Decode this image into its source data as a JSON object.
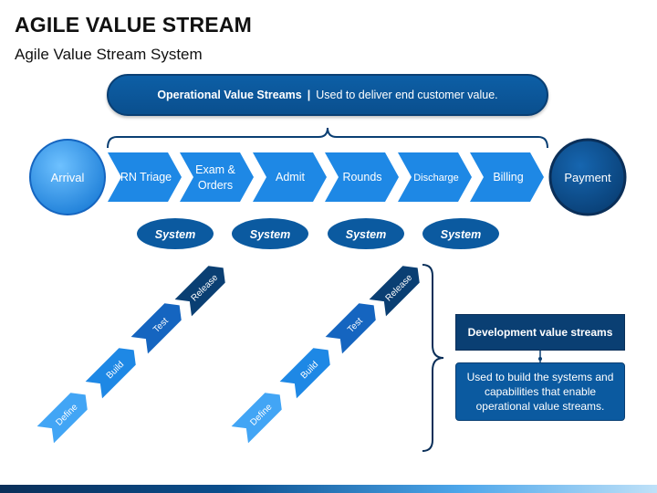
{
  "header": {
    "title": "AGILE VALUE STREAM",
    "subtitle": "Agile Value Stream System"
  },
  "operational": {
    "label_bold": "Operational Value Streams",
    "separator": "|",
    "label_rest": "Used to deliver end customer value."
  },
  "flow": {
    "start": "Arrival",
    "steps": [
      {
        "line1": "RN Triage",
        "line2": ""
      },
      {
        "line1": "Exam &",
        "line2": "Orders"
      },
      {
        "line1": "Admit",
        "line2": ""
      },
      {
        "line1": "Rounds",
        "line2": ""
      },
      {
        "line1": "Discharge",
        "line2": ""
      },
      {
        "line1": "Billing",
        "line2": ""
      }
    ],
    "end": "Payment"
  },
  "systems": [
    "System",
    "System",
    "System",
    "System"
  ],
  "dev_stages": [
    "Define",
    "Build",
    "Test",
    "Release"
  ],
  "development": {
    "title": "Development value streams",
    "description": "Used to build the systems and capabilities that enable operational value streams."
  },
  "colors": {
    "dark_blue": "#0a3f73",
    "mid_blue": "#0b5aa0",
    "bright_blue": "#1e88e5",
    "light_blue": "#42a5f5"
  }
}
